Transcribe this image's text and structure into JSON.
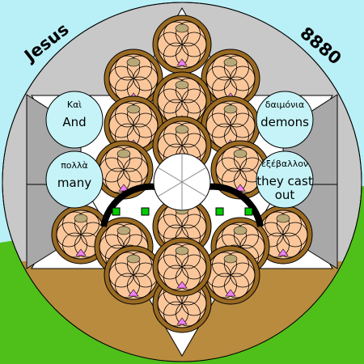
{
  "top_left": "Jesus",
  "top_right": "8880",
  "words": [
    {
      "greek": "Καὶ",
      "english": "And"
    },
    {
      "greek": "δαιμόνια",
      "english": "demons"
    },
    {
      "greek": "πολλὰ",
      "english": "many"
    },
    {
      "greek": "ἐξέβαλλον",
      "english": "they cast out"
    }
  ],
  "english_lines": {
    "w3_line1": "they cast",
    "w3_line2": "out"
  },
  "colors": {
    "sky": "#b9f0f7",
    "grass": "#4fbf1a",
    "ground": "#b88b3e",
    "circle_gray": "#c8c8c8",
    "brown": "#9a6a23",
    "peach": "#fbc79a",
    "olive": "#b8a878",
    "magenta": "#f47ef4",
    "green_eye": "#00cc00",
    "word_circle": "#c6f3f7"
  }
}
